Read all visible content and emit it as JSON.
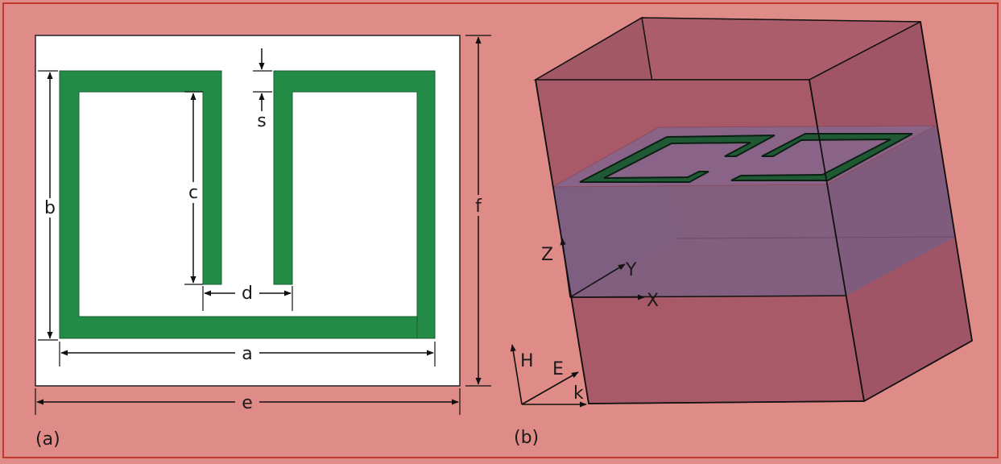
{
  "colors": {
    "background": "#df8b87",
    "frame_border": "#c0392b",
    "substrate": "#ffffff",
    "metal": "#228b45",
    "box_face": "#a85a68",
    "slab": "#7d5e80",
    "sample_dark": "#163a22",
    "line": "#111111"
  },
  "panel_a": {
    "label": "(a)",
    "dimensions": {
      "a": "a",
      "b": "b",
      "c": "c",
      "d": "d",
      "e": "e",
      "f": "f",
      "s": "s"
    }
  },
  "panel_b": {
    "label": "(b)",
    "axes": {
      "x": "X",
      "y": "Y",
      "z": "Z"
    },
    "excitation": {
      "h": "H",
      "e": "E",
      "k": "k"
    }
  }
}
